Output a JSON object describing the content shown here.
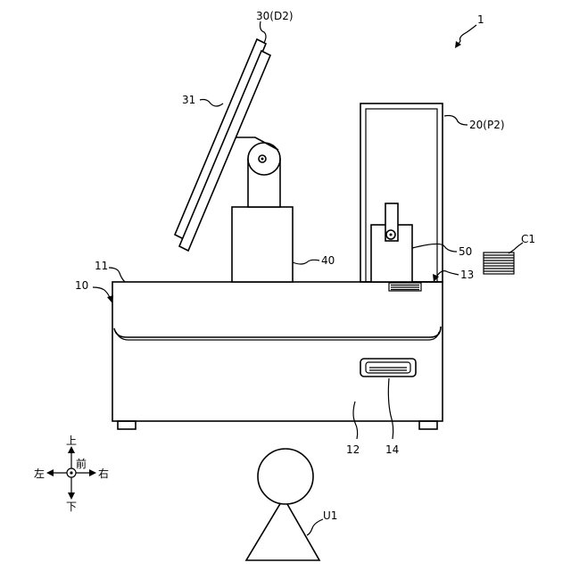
{
  "labels": {
    "device": "1",
    "display": "30(D2)",
    "display_screen": "31",
    "printer": "20(P2)",
    "card": "C1",
    "card_slot": "13",
    "card_reader": "50",
    "stand": "40",
    "body": "10",
    "top_surface": "11",
    "front_face": "12",
    "front_slot": "14",
    "user": "U1"
  },
  "directions": {
    "up": "上",
    "down": "下",
    "left": "左",
    "right": "右",
    "front": "前"
  }
}
